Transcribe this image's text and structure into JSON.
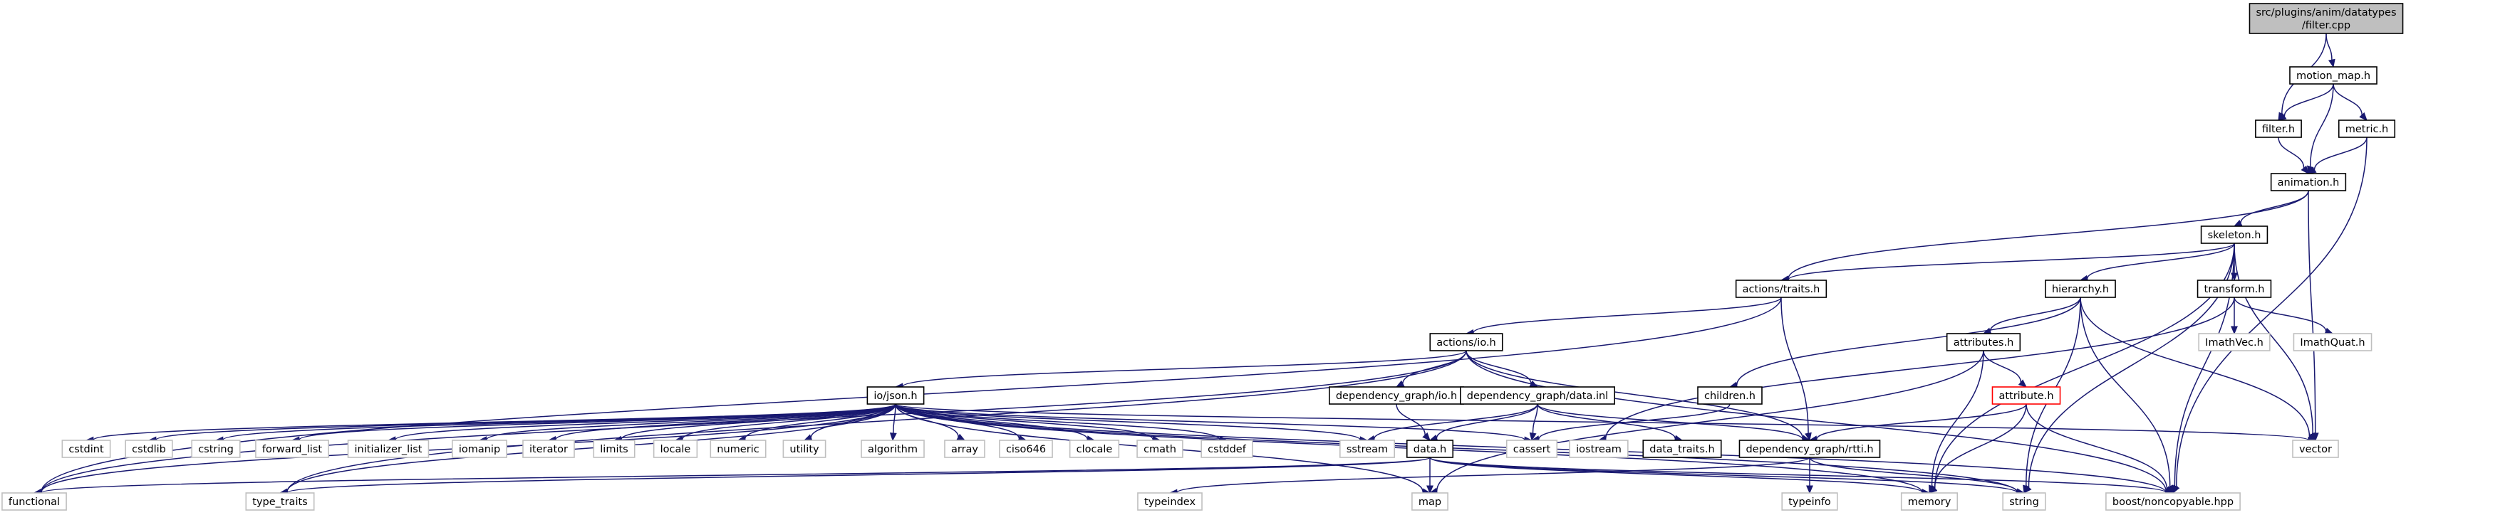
{
  "colors": {
    "edge": "#191970",
    "focus_fill": "#bfbfbf",
    "normal_border": "#000000",
    "system_border": "#bfbfbf",
    "broken_border": "#ff0000"
  },
  "nodes": [
    {
      "id": "root",
      "lines": [
        "src/plugins/anim/datatypes",
        "/filter.cpp"
      ],
      "kind": "focus"
    },
    {
      "id": "motion_map",
      "lines": [
        "motion_map.h"
      ],
      "kind": "normal"
    },
    {
      "id": "filter",
      "lines": [
        "filter.h"
      ],
      "kind": "normal"
    },
    {
      "id": "metric",
      "lines": [
        "metric.h"
      ],
      "kind": "normal"
    },
    {
      "id": "animation",
      "lines": [
        "animation.h"
      ],
      "kind": "normal"
    },
    {
      "id": "skeleton",
      "lines": [
        "skeleton.h"
      ],
      "kind": "normal"
    },
    {
      "id": "actions_traits",
      "lines": [
        "actions/traits.h"
      ],
      "kind": "normal"
    },
    {
      "id": "hierarchy",
      "lines": [
        "hierarchy.h"
      ],
      "kind": "normal"
    },
    {
      "id": "transform",
      "lines": [
        "transform.h"
      ],
      "kind": "normal"
    },
    {
      "id": "actions_io",
      "lines": [
        "actions/io.h"
      ],
      "kind": "normal"
    },
    {
      "id": "attributes",
      "lines": [
        "attributes.h"
      ],
      "kind": "normal"
    },
    {
      "id": "imathvec",
      "lines": [
        "ImathVec.h"
      ],
      "kind": "system"
    },
    {
      "id": "imathquat",
      "lines": [
        "ImathQuat.h"
      ],
      "kind": "system"
    },
    {
      "id": "io_json",
      "lines": [
        "io/json.h"
      ],
      "kind": "normal"
    },
    {
      "id": "dg_io",
      "lines": [
        "dependency_graph/io.h"
      ],
      "kind": "normal"
    },
    {
      "id": "dg_data",
      "lines": [
        "dependency_graph/data.inl"
      ],
      "kind": "normal"
    },
    {
      "id": "children",
      "lines": [
        "children.h"
      ],
      "kind": "normal"
    },
    {
      "id": "attribute",
      "lines": [
        "attribute.h"
      ],
      "kind": "broken"
    },
    {
      "id": "cstdint",
      "lines": [
        "cstdint"
      ],
      "kind": "system"
    },
    {
      "id": "cstdlib",
      "lines": [
        "cstdlib"
      ],
      "kind": "system"
    },
    {
      "id": "cstring",
      "lines": [
        "cstring"
      ],
      "kind": "system"
    },
    {
      "id": "forward_list",
      "lines": [
        "forward_list"
      ],
      "kind": "system"
    },
    {
      "id": "initializer_list",
      "lines": [
        "initializer_list"
      ],
      "kind": "system"
    },
    {
      "id": "iomanip",
      "lines": [
        "iomanip"
      ],
      "kind": "system"
    },
    {
      "id": "iterator",
      "lines": [
        "iterator"
      ],
      "kind": "system"
    },
    {
      "id": "limits",
      "lines": [
        "limits"
      ],
      "kind": "system"
    },
    {
      "id": "locale",
      "lines": [
        "locale"
      ],
      "kind": "system"
    },
    {
      "id": "numeric",
      "lines": [
        "numeric"
      ],
      "kind": "system"
    },
    {
      "id": "utility",
      "lines": [
        "utility"
      ],
      "kind": "system"
    },
    {
      "id": "algorithm",
      "lines": [
        "algorithm"
      ],
      "kind": "system"
    },
    {
      "id": "array",
      "lines": [
        "array"
      ],
      "kind": "system"
    },
    {
      "id": "ciso646",
      "lines": [
        "ciso646"
      ],
      "kind": "system"
    },
    {
      "id": "clocale",
      "lines": [
        "clocale"
      ],
      "kind": "system"
    },
    {
      "id": "cmath",
      "lines": [
        "cmath"
      ],
      "kind": "system"
    },
    {
      "id": "cstddef",
      "lines": [
        "cstddef"
      ],
      "kind": "system"
    },
    {
      "id": "sstream",
      "lines": [
        "sstream"
      ],
      "kind": "system"
    },
    {
      "id": "data_h",
      "lines": [
        "data.h"
      ],
      "kind": "normal"
    },
    {
      "id": "cassert",
      "lines": [
        "cassert"
      ],
      "kind": "system"
    },
    {
      "id": "iostream",
      "lines": [
        "iostream"
      ],
      "kind": "system"
    },
    {
      "id": "data_traits",
      "lines": [
        "data_traits.h"
      ],
      "kind": "normal"
    },
    {
      "id": "dg_rtti",
      "lines": [
        "dependency_graph/rtti.h"
      ],
      "kind": "normal"
    },
    {
      "id": "vector",
      "lines": [
        "vector"
      ],
      "kind": "system"
    },
    {
      "id": "functional",
      "lines": [
        "functional"
      ],
      "kind": "system"
    },
    {
      "id": "type_traits",
      "lines": [
        "type_traits"
      ],
      "kind": "system"
    },
    {
      "id": "typeindex",
      "lines": [
        "typeindex"
      ],
      "kind": "system"
    },
    {
      "id": "map",
      "lines": [
        "map"
      ],
      "kind": "system"
    },
    {
      "id": "typeinfo",
      "lines": [
        "typeinfo"
      ],
      "kind": "system"
    },
    {
      "id": "memory",
      "lines": [
        "memory"
      ],
      "kind": "system"
    },
    {
      "id": "string",
      "lines": [
        "string"
      ],
      "kind": "system"
    },
    {
      "id": "boost_noncopyable",
      "lines": [
        "boost/noncopyable.hpp"
      ],
      "kind": "system"
    }
  ],
  "edges": [
    [
      "root",
      "motion_map"
    ],
    [
      "root",
      "filter"
    ],
    [
      "motion_map",
      "filter"
    ],
    [
      "motion_map",
      "animation"
    ],
    [
      "motion_map",
      "metric"
    ],
    [
      "filter",
      "animation"
    ],
    [
      "metric",
      "animation"
    ],
    [
      "metric",
      "boost_noncopyable"
    ],
    [
      "animation",
      "skeleton"
    ],
    [
      "animation",
      "actions_traits"
    ],
    [
      "animation",
      "vector"
    ],
    [
      "skeleton",
      "actions_traits"
    ],
    [
      "skeleton",
      "hierarchy"
    ],
    [
      "skeleton",
      "transform"
    ],
    [
      "skeleton",
      "vector"
    ],
    [
      "skeleton",
      "string"
    ],
    [
      "skeleton",
      "memory"
    ],
    [
      "skeleton",
      "boost_noncopyable"
    ],
    [
      "actions_traits",
      "actions_io"
    ],
    [
      "actions_traits",
      "dg_rtti"
    ],
    [
      "actions_traits",
      "functional"
    ],
    [
      "hierarchy",
      "attributes"
    ],
    [
      "hierarchy",
      "children"
    ],
    [
      "hierarchy",
      "vector"
    ],
    [
      "hierarchy",
      "string"
    ],
    [
      "hierarchy",
      "boost_noncopyable"
    ],
    [
      "transform",
      "imathvec"
    ],
    [
      "transform",
      "imathquat"
    ],
    [
      "transform",
      "iostream"
    ],
    [
      "actions_io",
      "io_json"
    ],
    [
      "actions_io",
      "dg_io"
    ],
    [
      "actions_io",
      "dg_data"
    ],
    [
      "actions_io",
      "dg_rtti"
    ],
    [
      "actions_io",
      "boost_noncopyable"
    ],
    [
      "actions_io",
      "functional"
    ],
    [
      "actions_io",
      "type_traits"
    ],
    [
      "attributes",
      "attribute"
    ],
    [
      "attributes",
      "memory"
    ],
    [
      "attributes",
      "map"
    ],
    [
      "attribute",
      "dg_rtti"
    ],
    [
      "attribute",
      "memory"
    ],
    [
      "attribute",
      "boost_noncopyable"
    ],
    [
      "io_json",
      "cstdint"
    ],
    [
      "io_json",
      "cstdlib"
    ],
    [
      "io_json",
      "cstring"
    ],
    [
      "io_json",
      "forward_list"
    ],
    [
      "io_json",
      "initializer_list"
    ],
    [
      "io_json",
      "iomanip"
    ],
    [
      "io_json",
      "iterator"
    ],
    [
      "io_json",
      "limits"
    ],
    [
      "io_json",
      "locale"
    ],
    [
      "io_json",
      "numeric"
    ],
    [
      "io_json",
      "utility"
    ],
    [
      "io_json",
      "algorithm"
    ],
    [
      "io_json",
      "array"
    ],
    [
      "io_json",
      "ciso646"
    ],
    [
      "io_json",
      "clocale"
    ],
    [
      "io_json",
      "cmath"
    ],
    [
      "io_json",
      "cstddef"
    ],
    [
      "io_json",
      "sstream"
    ],
    [
      "io_json",
      "cassert"
    ],
    [
      "io_json",
      "vector"
    ],
    [
      "io_json",
      "functional"
    ],
    [
      "io_json",
      "type_traits"
    ],
    [
      "io_json",
      "map"
    ],
    [
      "io_json",
      "memory"
    ],
    [
      "io_json",
      "string"
    ],
    [
      "io_json",
      "boost_noncopyable"
    ],
    [
      "dg_io",
      "data_h"
    ],
    [
      "dg_data",
      "data_h"
    ],
    [
      "dg_data",
      "sstream"
    ],
    [
      "dg_data",
      "cassert"
    ],
    [
      "dg_data",
      "data_traits"
    ],
    [
      "dg_data",
      "dg_rtti"
    ],
    [
      "children",
      "cassert"
    ],
    [
      "data_h",
      "functional"
    ],
    [
      "data_h",
      "type_traits"
    ],
    [
      "data_h",
      "map"
    ],
    [
      "data_h",
      "memory"
    ],
    [
      "data_h",
      "string"
    ],
    [
      "data_h",
      "boost_noncopyable"
    ],
    [
      "dg_rtti",
      "typeindex"
    ],
    [
      "dg_rtti",
      "typeinfo"
    ],
    [
      "dg_rtti",
      "string"
    ]
  ]
}
